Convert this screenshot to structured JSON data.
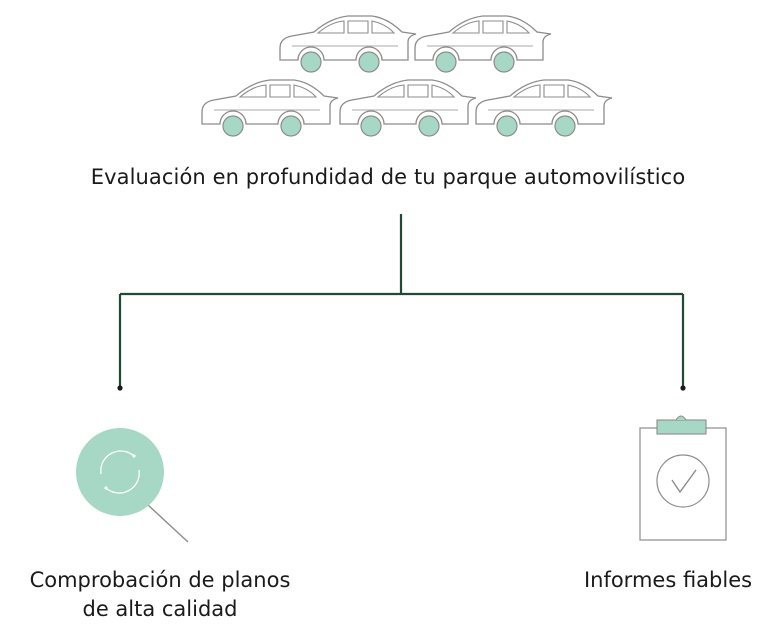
{
  "diagram": {
    "title": "Evaluación en profundidad de tu parque automovilístico",
    "branches": [
      {
        "label_lines": [
          "Comprobación de planos",
          "de alta calidad"
        ],
        "icon": "magnifier-icon"
      },
      {
        "label_lines": [
          "Informes fiables"
        ],
        "icon": "clipboard-check-icon"
      }
    ],
    "colors": {
      "accent": "#a7d7c5",
      "line": "#1f4a33",
      "outline": "#8c8c8c",
      "text": "#1a1a1a"
    }
  }
}
